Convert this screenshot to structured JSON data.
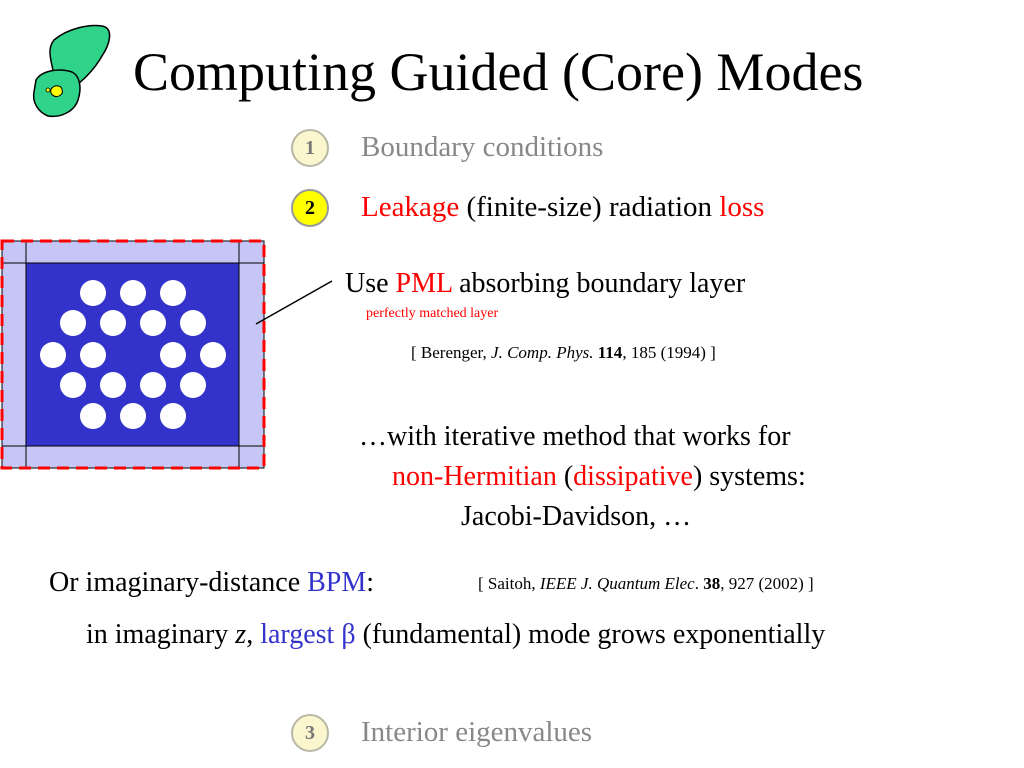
{
  "title": "Computing Guided (Core) Modes",
  "items": [
    {
      "num": "1",
      "text": "Boundary conditions"
    },
    {
      "num": "2",
      "leakage": "Leakage",
      "middle": " (finite-size) radiation ",
      "loss": "loss"
    },
    {
      "num": "3",
      "text": "Interior eigenvalues"
    }
  ],
  "pml": {
    "use": "Use ",
    "pml": "PML",
    "rest": " absorbing boundary layer",
    "subtitle": "perfectly matched layer",
    "cite_pre": "[ Berenger, ",
    "cite_journal": "J. Comp. Phys.",
    "cite_vol": "114",
    "cite_post": ", 185 (1994) ]"
  },
  "iterative": {
    "line1": "…with iterative method that works for",
    "nonherm": "non-Hermitian",
    "open_paren": " (",
    "dissipative": "dissipative",
    "close": ") systems:",
    "line3": "Jacobi-Davidson, …"
  },
  "bpm": {
    "pre": "Or imaginary-distance ",
    "bpm": "BPM",
    "colon": ":",
    "cite_pre": "[ Saitoh, ",
    "cite_journal": "IEEE J. Quantum Elec",
    "cite_dot": ". ",
    "cite_vol": "38",
    "cite_post": ", 927 (2002) ]",
    "l2_pre": "in imaginary ",
    "l2_z": "z",
    "l2_comma": ", ",
    "l2_largest": "largest β",
    "l2_post": " (fundamental) mode grows exponentially"
  },
  "colors": {
    "red": "#ff0000",
    "blue": "#3333cc",
    "core_blue": "#3333cc",
    "pml_lavender": "#c6c6f6",
    "logo_green": "#2fd38a",
    "logo_yellow": "#ffff00"
  }
}
